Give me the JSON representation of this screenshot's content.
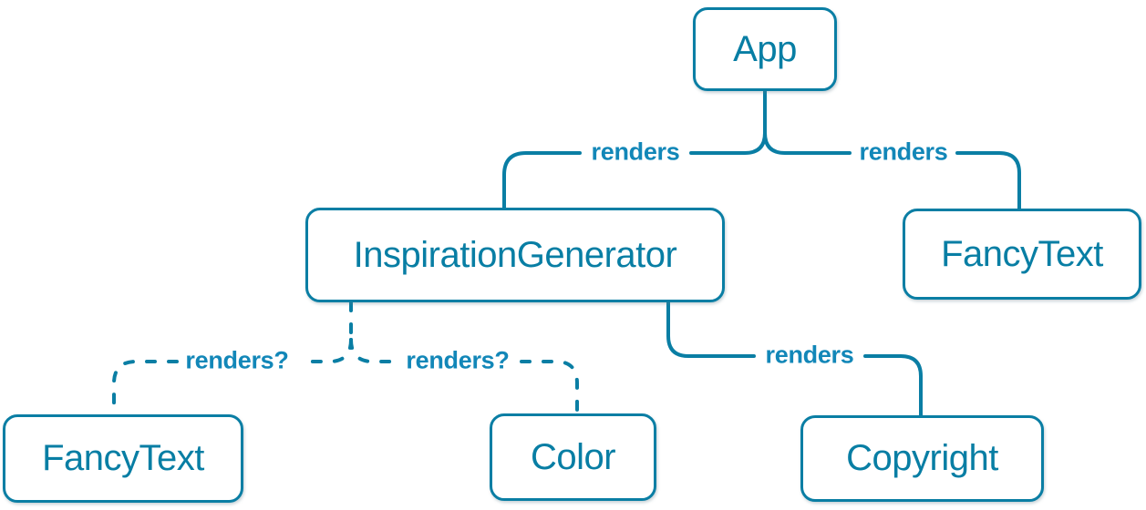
{
  "colors": {
    "node_border": "#0a7ea4",
    "node_text": "#087ea4",
    "node_fill": "#ffffff",
    "edge_line": "#0a7ea4",
    "edge_label": "#1287b8",
    "background": "#ffffff"
  },
  "nodes": [
    {
      "id": "app",
      "label": "App"
    },
    {
      "id": "inspiration-generator",
      "label": "InspirationGenerator"
    },
    {
      "id": "fancy-text-top",
      "label": "FancyText"
    },
    {
      "id": "fancy-text-bottom",
      "label": "FancyText"
    },
    {
      "id": "color",
      "label": "Color"
    },
    {
      "id": "copyright",
      "label": "Copyright"
    }
  ],
  "edges": [
    {
      "from": "App",
      "to": "InspirationGenerator",
      "label": "renders",
      "style": "solid"
    },
    {
      "from": "App",
      "to": "FancyText",
      "label": "renders",
      "style": "solid"
    },
    {
      "from": "InspirationGenerator",
      "to": "FancyText",
      "label": "renders?",
      "style": "dashed"
    },
    {
      "from": "InspirationGenerator",
      "to": "Color",
      "label": "renders?",
      "style": "dashed"
    },
    {
      "from": "InspirationGenerator",
      "to": "Copyright",
      "label": "renders",
      "style": "solid"
    }
  ]
}
